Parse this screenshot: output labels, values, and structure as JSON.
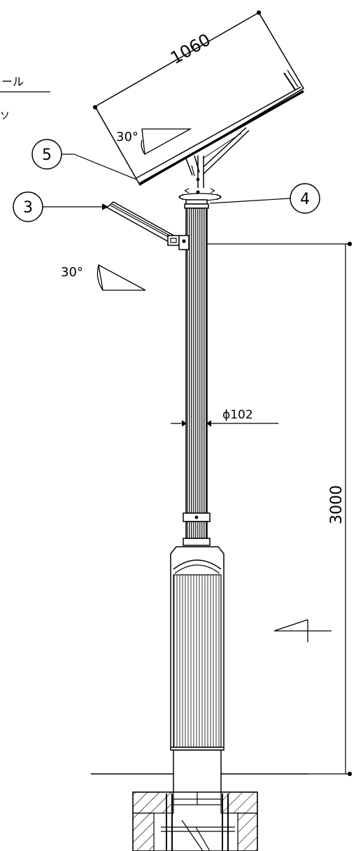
{
  "labels": {
    "panel_width": "1060",
    "panel_angle": "30°",
    "lamp_angle": "30°",
    "diameter": "ϕ102",
    "height": "3000",
    "partial_title": "ール",
    "partial_mark": "ソ"
  },
  "callouts": [
    {
      "id": "5",
      "label": "5"
    },
    {
      "id": "3",
      "label": "3"
    },
    {
      "id": "4",
      "label": "4"
    }
  ],
  "colors": {
    "line": "#000000",
    "background": "#ffffff"
  }
}
